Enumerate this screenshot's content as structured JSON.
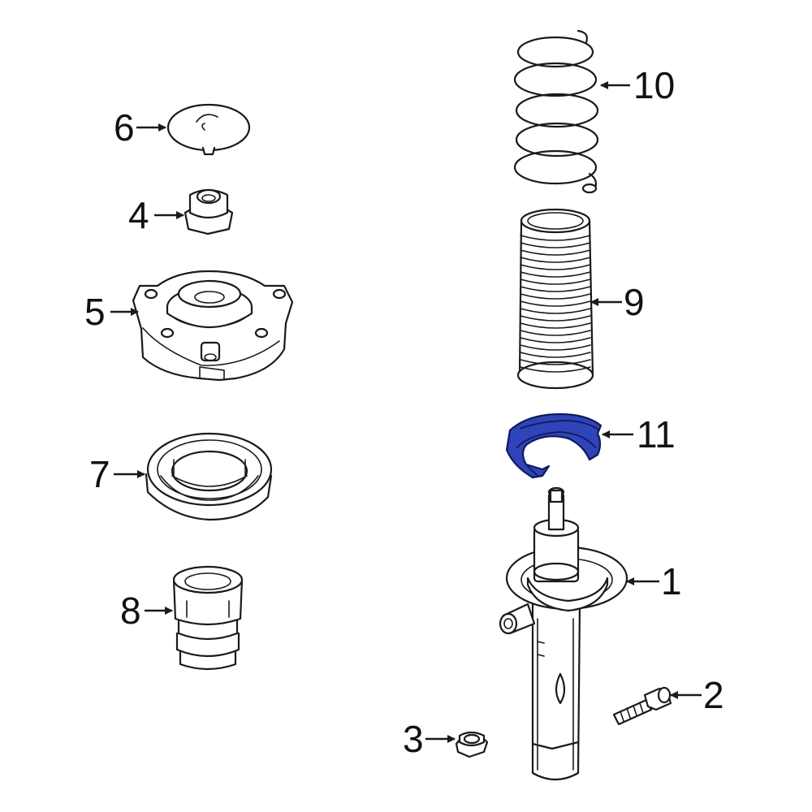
{
  "highlight_color": "#2f44b8",
  "parts": [
    {
      "id": "part-1",
      "callout": "1",
      "name": "strut-icon"
    },
    {
      "id": "part-2",
      "callout": "2",
      "name": "bolt-icon"
    },
    {
      "id": "part-3",
      "callout": "3",
      "name": "nut-icon"
    },
    {
      "id": "part-4",
      "callout": "4",
      "name": "nut-icon"
    },
    {
      "id": "part-5",
      "callout": "5",
      "name": "strut-mount-icon"
    },
    {
      "id": "part-6",
      "callout": "6",
      "name": "dust-cap-icon"
    },
    {
      "id": "part-7",
      "callout": "7",
      "name": "bearing-icon"
    },
    {
      "id": "part-8",
      "callout": "8",
      "name": "bump-stop-icon"
    },
    {
      "id": "part-9",
      "callout": "9",
      "name": "boot-icon"
    },
    {
      "id": "part-10",
      "callout": "10",
      "name": "coil-spring-icon"
    },
    {
      "id": "part-11",
      "callout": "11",
      "name": "spring-insulator-icon",
      "highlighted": true
    }
  ]
}
